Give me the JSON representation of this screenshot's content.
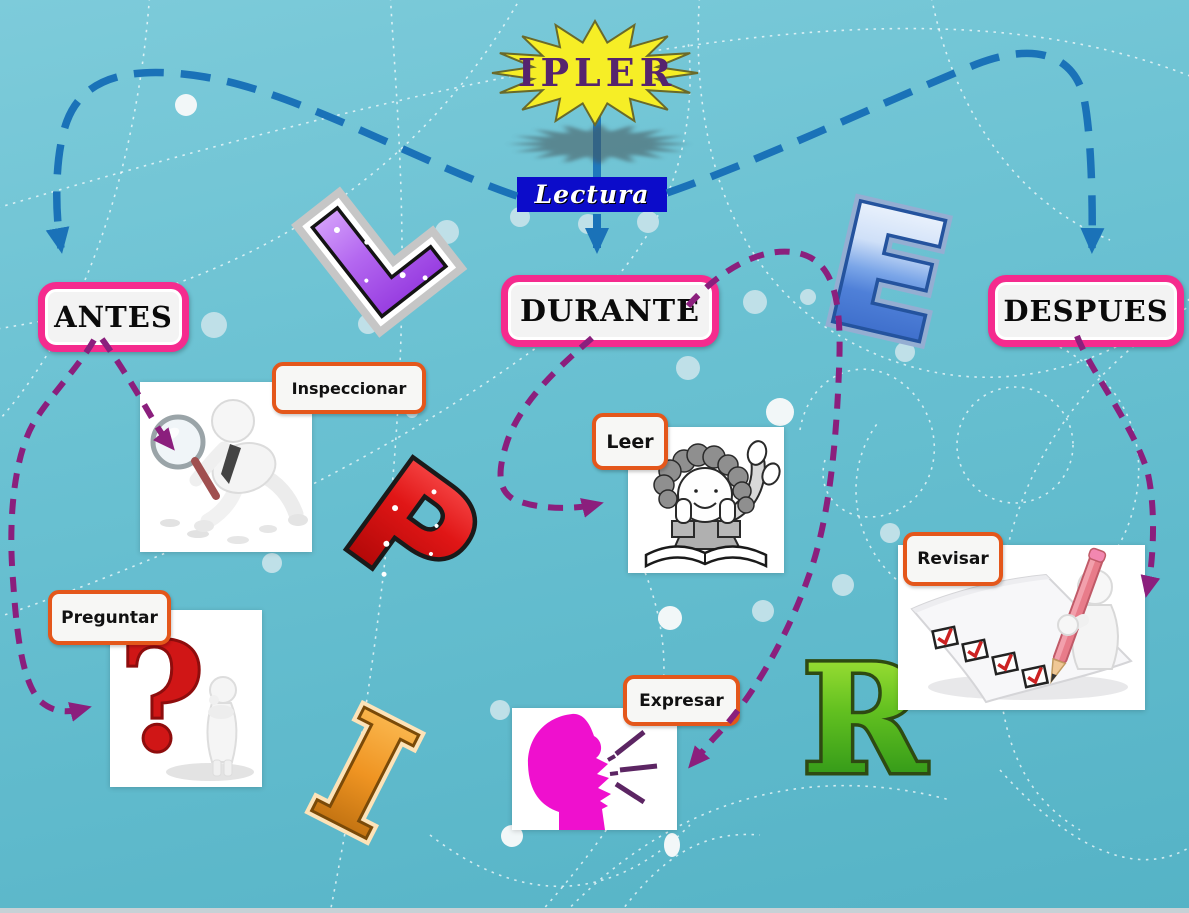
{
  "title": {
    "main": "IPLER",
    "reading_label": "Lectura"
  },
  "phases": [
    {
      "id": "antes",
      "label": "ANTES"
    },
    {
      "id": "durante",
      "label": "DURANTE"
    },
    {
      "id": "despues",
      "label": "DESPUES"
    }
  ],
  "steps": [
    {
      "id": "inspeccionar",
      "label": "Inspeccionar",
      "illustration": "figure-with-magnifying-glass"
    },
    {
      "id": "preguntar",
      "label": "Preguntar",
      "illustration": "red-question-mark-with-thinking-figure"
    },
    {
      "id": "leer",
      "label": "Leer",
      "illustration": "child-lying-down-reading-book"
    },
    {
      "id": "expresar",
      "label": "Expresar",
      "illustration": "pink-head-speaking"
    },
    {
      "id": "revisar",
      "label": "Revisar",
      "illustration": "figure-checking-list-with-pencil"
    }
  ],
  "ipler_letters": [
    {
      "char": "L",
      "style": "purple-glitter",
      "color": "#a855e8"
    },
    {
      "char": "P",
      "style": "red-sparkle",
      "color": "#d81414"
    },
    {
      "char": "I",
      "style": "orange-3d",
      "color": "#e8941a"
    },
    {
      "char": "E",
      "style": "blue-glossy",
      "color": "#3a6fd0"
    },
    {
      "char": "R",
      "style": "green",
      "color": "#46a51e"
    }
  ],
  "connections": [
    {
      "from": "IPLER",
      "to": "Lectura",
      "style": "blue-solid-line"
    },
    {
      "from": "Lectura",
      "to": "DURANTE",
      "style": "blue-solid-arrow"
    },
    {
      "from": "Lectura",
      "to": "ANTES",
      "style": "blue-dashed-arrow"
    },
    {
      "from": "Lectura",
      "to": "DESPUES",
      "style": "blue-dashed-arrow"
    },
    {
      "from": "ANTES",
      "to": "Inspeccionar",
      "style": "purple-dashed-arrow"
    },
    {
      "from": "ANTES",
      "to": "Preguntar",
      "style": "purple-dashed-arrow"
    },
    {
      "from": "DURANTE",
      "to": "Leer",
      "style": "purple-dashed-arrow"
    },
    {
      "from": "DURANTE",
      "to": "Expresar",
      "style": "purple-dashed-arrow"
    },
    {
      "from": "DESPUES",
      "to": "Revisar",
      "style": "purple-dashed-arrow"
    }
  ],
  "colors": {
    "background": "#62bccd",
    "phase_border": "#f52b8e",
    "step_border": "#e4571b",
    "blue_connector": "#1a72b8",
    "purple_connector": "#8b1f7d",
    "star_fill": "#f6ee26",
    "star_text": "#56246e",
    "reading_label_bg": "#0c0cca"
  }
}
